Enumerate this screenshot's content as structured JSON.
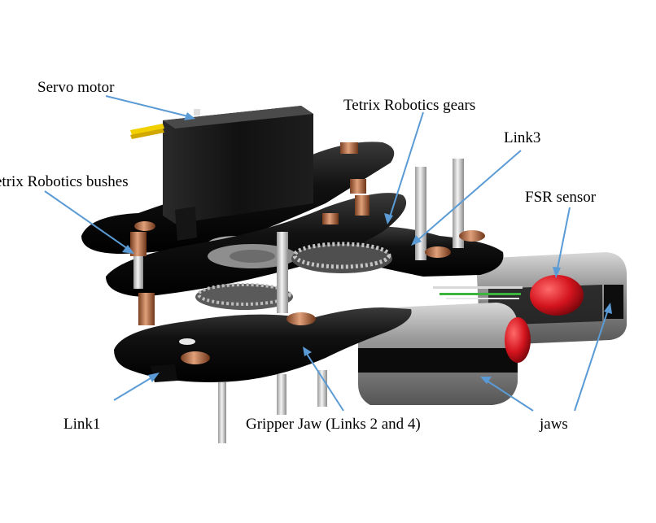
{
  "labels": {
    "servo_motor": "Servo motor",
    "tetrix_gears": "Tetrix Robotics gears",
    "link3": "Link3",
    "tetrix_bushes": "etrix Robotics bushes",
    "fsr_sensor": "FSR sensor",
    "link1": "Link1",
    "gripper_jaw": "Gripper Jaw (Links 2 and 4)",
    "jaws": "jaws"
  },
  "colors": {
    "arrow": "#5b9bd5",
    "plate": "#111111",
    "bush": "#c07a52",
    "fsr": "#d01822",
    "jaw_block": "#8a8a8a",
    "rod": "#cfcfcf",
    "servo_wire": "#f2d000"
  }
}
